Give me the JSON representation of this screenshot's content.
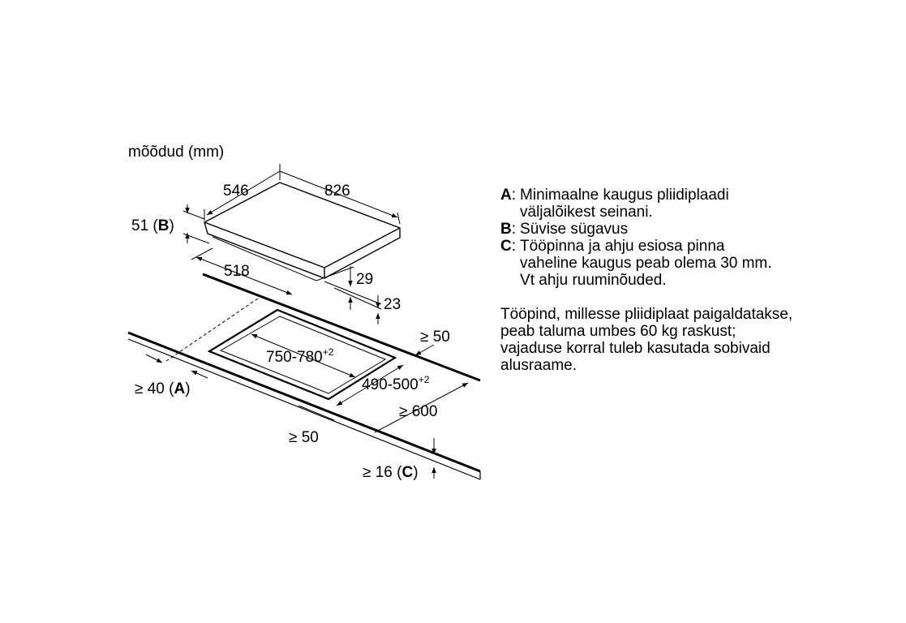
{
  "units_label": "mõõdud (mm)",
  "dimensions": {
    "hob_depth": "546",
    "hob_width": "826",
    "hob_height_value": "51",
    "hob_height_letter": "B",
    "cut_depth_inner": "518",
    "dim_29": "29",
    "dim_23": "23",
    "cutout_width": "750-780",
    "cutout_width_tol": "+2",
    "cutout_depth": "490-500",
    "cutout_depth_tol": "+2",
    "back_gap": "≥ 50",
    "front_gap": "≥ 50",
    "counter_depth": "≥ 600",
    "wall_gap_value": "≥ 40",
    "wall_gap_letter": "A",
    "oven_gap_value": "≥ 16",
    "oven_gap_letter": "C"
  },
  "legend": [
    {
      "key": "A",
      "lines": [
        "Minimaalne kaugus pliidiplaadi",
        "väljalõikest seinani."
      ]
    },
    {
      "key": "B",
      "lines": [
        "Süvise sügavus"
      ]
    },
    {
      "key": "C",
      "lines": [
        "Tööpinna ja ahju esiosa pinna",
        "vaheline kaugus peab olema 30 mm.",
        "Vt ahju ruuminõuded."
      ]
    }
  ],
  "note": [
    "Tööpind, millesse pliidiplaat paigaldatakse,",
    "peab taluma umbes 60 kg raskust;",
    "vajaduse korral tuleb kasutada sobivaid",
    "alusraame."
  ]
}
